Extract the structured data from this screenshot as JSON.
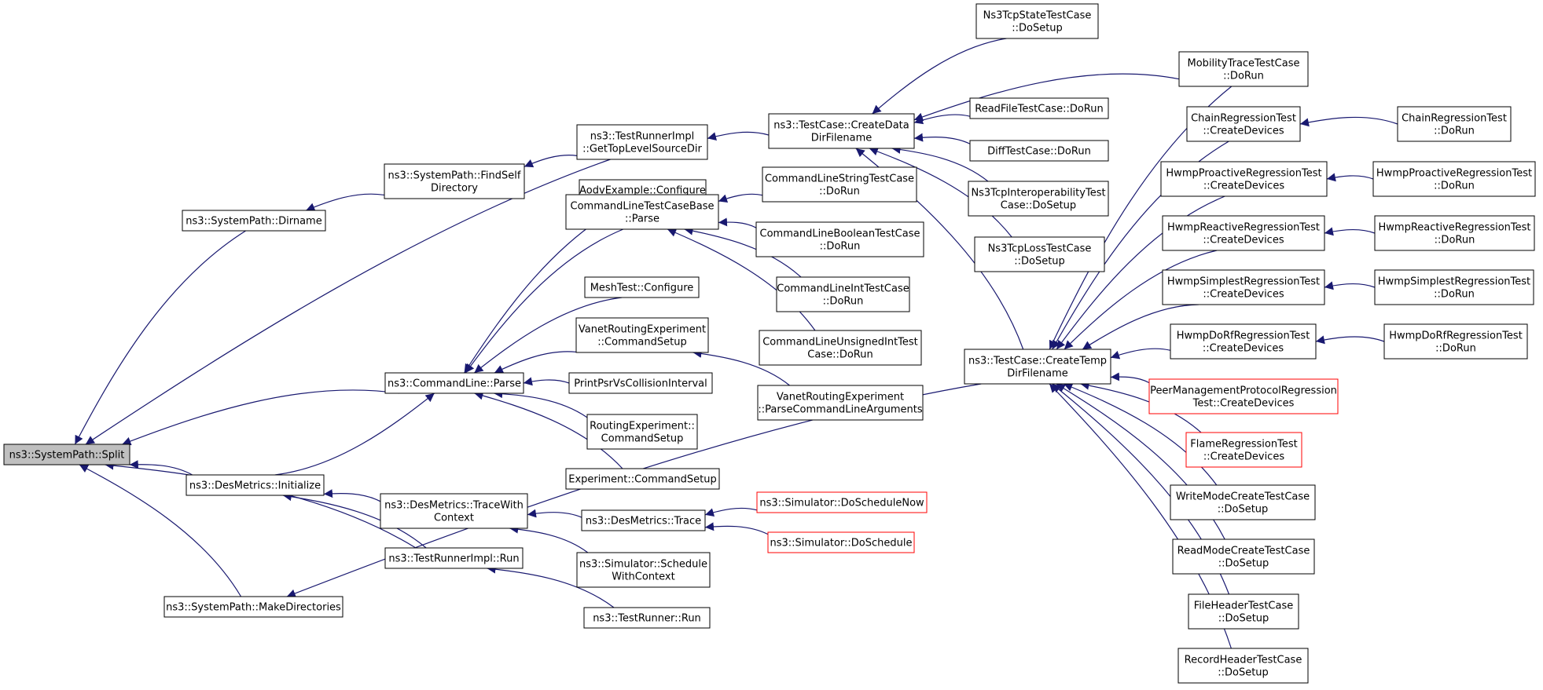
{
  "colors": {
    "edge": "#191970",
    "border_normal": "#000000",
    "border_truncated": "#ff0000",
    "fill_normal": "#ffffff",
    "fill_root": "#bfbfbf",
    "text": "#000000"
  },
  "nodes": [
    {
      "id": "split",
      "lines": [
        "ns3::SystemPath::Split"
      ],
      "style": "root"
    },
    {
      "id": "dirname",
      "lines": [
        "ns3::SystemPath::Dirname"
      ],
      "style": "normal"
    },
    {
      "id": "findself",
      "lines": [
        "ns3::SystemPath::FindSelf",
        "Directory"
      ],
      "style": "normal"
    },
    {
      "id": "gettoplevel",
      "lines": [
        "ns3::TestRunnerImpl",
        "::GetTopLevelSourceDir"
      ],
      "style": "normal"
    },
    {
      "id": "createdata",
      "lines": [
        "ns3::TestCase::CreateData",
        "DirFilename"
      ],
      "style": "normal"
    },
    {
      "id": "tcpstate",
      "lines": [
        "Ns3TcpStateTestCase",
        "::DoSetup"
      ],
      "style": "normal"
    },
    {
      "id": "readfile",
      "lines": [
        "ReadFileTestCase::DoRun"
      ],
      "style": "normal"
    },
    {
      "id": "difftest",
      "lines": [
        "DiffTestCase::DoRun"
      ],
      "style": "normal"
    },
    {
      "id": "tcpinterop",
      "lines": [
        "Ns3TcpInteroperabilityTest",
        "Case::DoSetup"
      ],
      "style": "normal"
    },
    {
      "id": "tcploss",
      "lines": [
        "Ns3TcpLossTestCase",
        "::DoSetup"
      ],
      "style": "normal"
    },
    {
      "id": "cmdparse",
      "lines": [
        "ns3::CommandLine::Parse"
      ],
      "style": "normal"
    },
    {
      "id": "aodv",
      "lines": [
        "AodvExample::Configure"
      ],
      "style": "normal"
    },
    {
      "id": "cltcbparse",
      "lines": [
        "CommandLineTestCaseBase",
        "::Parse"
      ],
      "style": "normal"
    },
    {
      "id": "clstring",
      "lines": [
        "CommandLineStringTestCase",
        "::DoRun"
      ],
      "style": "normal"
    },
    {
      "id": "clbool",
      "lines": [
        "CommandLineBooleanTestCase",
        "::DoRun"
      ],
      "style": "normal"
    },
    {
      "id": "clint",
      "lines": [
        "CommandLineIntTestCase",
        "::DoRun"
      ],
      "style": "normal"
    },
    {
      "id": "cluint",
      "lines": [
        "CommandLineUnsignedIntTest",
        "Case::DoRun"
      ],
      "style": "normal"
    },
    {
      "id": "meshtest",
      "lines": [
        "MeshTest::Configure"
      ],
      "style": "normal"
    },
    {
      "id": "vanetcmd",
      "lines": [
        "VanetRoutingExperiment",
        "::CommandSetup"
      ],
      "style": "normal"
    },
    {
      "id": "vanetparse",
      "lines": [
        "VanetRoutingExperiment",
        "::ParseCommandLineArguments"
      ],
      "style": "normal"
    },
    {
      "id": "printpsr",
      "lines": [
        "PrintPsrVsCollisionInterval"
      ],
      "style": "normal"
    },
    {
      "id": "routingexp",
      "lines": [
        "RoutingExperiment::",
        "CommandSetup"
      ],
      "style": "normal"
    },
    {
      "id": "expcmd",
      "lines": [
        "Experiment::CommandSetup"
      ],
      "style": "normal"
    },
    {
      "id": "desinit",
      "lines": [
        "ns3::DesMetrics::Initialize"
      ],
      "style": "normal"
    },
    {
      "id": "destracewith",
      "lines": [
        "ns3::DesMetrics::TraceWith",
        "Context"
      ],
      "style": "normal"
    },
    {
      "id": "destrace",
      "lines": [
        "ns3::DesMetrics::Trace"
      ],
      "style": "normal"
    },
    {
      "id": "doschednow",
      "lines": [
        "ns3::Simulator::DoScheduleNow"
      ],
      "style": "truncated"
    },
    {
      "id": "dosched",
      "lines": [
        "ns3::Simulator::DoSchedule"
      ],
      "style": "truncated"
    },
    {
      "id": "schedwith",
      "lines": [
        "ns3::Simulator::Schedule",
        "WithContext"
      ],
      "style": "normal"
    },
    {
      "id": "trimplrun",
      "lines": [
        "ns3::TestRunnerImpl::Run"
      ],
      "style": "normal"
    },
    {
      "id": "trrun",
      "lines": [
        "ns3::TestRunner::Run"
      ],
      "style": "normal"
    },
    {
      "id": "makedirs",
      "lines": [
        "ns3::SystemPath::MakeDirectories"
      ],
      "style": "normal"
    },
    {
      "id": "createtemp",
      "lines": [
        "ns3::TestCase::CreateTemp",
        "DirFilename"
      ],
      "style": "normal"
    },
    {
      "id": "mobility",
      "lines": [
        "MobilityTraceTestCase",
        "::DoRun"
      ],
      "style": "normal"
    },
    {
      "id": "chaincd",
      "lines": [
        "ChainRegressionTest",
        "::CreateDevices"
      ],
      "style": "normal"
    },
    {
      "id": "chainrun",
      "lines": [
        "ChainRegressionTest",
        "::DoRun"
      ],
      "style": "normal"
    },
    {
      "id": "hwproactcd",
      "lines": [
        "HwmpProactiveRegressionTest",
        "::CreateDevices"
      ],
      "style": "normal"
    },
    {
      "id": "hwproactrun",
      "lines": [
        "HwmpProactiveRegressionTest",
        "::DoRun"
      ],
      "style": "normal"
    },
    {
      "id": "hwreactcd",
      "lines": [
        "HwmpReactiveRegressionTest",
        "::CreateDevices"
      ],
      "style": "normal"
    },
    {
      "id": "hwreactrun",
      "lines": [
        "HwmpReactiveRegressionTest",
        "::DoRun"
      ],
      "style": "normal"
    },
    {
      "id": "hwsimpcd",
      "lines": [
        "HwmpSimplestRegressionTest",
        "::CreateDevices"
      ],
      "style": "normal"
    },
    {
      "id": "hwsimprun",
      "lines": [
        "HwmpSimplestRegressionTest",
        "::DoRun"
      ],
      "style": "normal"
    },
    {
      "id": "hwdorfcd",
      "lines": [
        "HwmpDoRfRegressionTest",
        "::CreateDevices"
      ],
      "style": "normal"
    },
    {
      "id": "hwdorfrun",
      "lines": [
        "HwmpDoRfRegressionTest",
        "::DoRun"
      ],
      "style": "normal"
    },
    {
      "id": "peermgmt",
      "lines": [
        "PeerManagementProtocolRegression",
        "Test::CreateDevices"
      ],
      "style": "truncated"
    },
    {
      "id": "flame",
      "lines": [
        "FlameRegressionTest",
        "::CreateDevices"
      ],
      "style": "truncated"
    },
    {
      "id": "writemode",
      "lines": [
        "WriteModeCreateTestCase",
        "::DoSetup"
      ],
      "style": "normal"
    },
    {
      "id": "readmode",
      "lines": [
        "ReadModeCreateTestCase",
        "::DoSetup"
      ],
      "style": "normal"
    },
    {
      "id": "fileheader",
      "lines": [
        "FileHeaderTestCase",
        "::DoSetup"
      ],
      "style": "normal"
    },
    {
      "id": "recordheader",
      "lines": [
        "RecordHeaderTestCase",
        "::DoSetup"
      ],
      "style": "normal"
    }
  ],
  "edges": [
    {
      "from": "dirname",
      "to": "split"
    },
    {
      "from": "findself",
      "to": "dirname"
    },
    {
      "from": "gettoplevel",
      "to": "findself"
    },
    {
      "from": "createdata",
      "to": "gettoplevel"
    },
    {
      "from": "tcpstate",
      "to": "createdata"
    },
    {
      "from": "mobility",
      "to": "createdata"
    },
    {
      "from": "readfile",
      "to": "createdata"
    },
    {
      "from": "difftest",
      "to": "createdata"
    },
    {
      "from": "tcpinterop",
      "to": "createdata"
    },
    {
      "from": "tcploss",
      "to": "createdata"
    },
    {
      "from": "createtemp",
      "to": "createdata"
    },
    {
      "from": "gettoplevel",
      "to": "split"
    },
    {
      "from": "cmdparse",
      "to": "split"
    },
    {
      "from": "aodv",
      "to": "cmdparse"
    },
    {
      "from": "cltcbparse",
      "to": "cmdparse"
    },
    {
      "from": "meshtest",
      "to": "cmdparse"
    },
    {
      "from": "vanetcmd",
      "to": "cmdparse"
    },
    {
      "from": "printpsr",
      "to": "cmdparse"
    },
    {
      "from": "routingexp",
      "to": "cmdparse"
    },
    {
      "from": "expcmd",
      "to": "cmdparse"
    },
    {
      "from": "desinit",
      "to": "cmdparse"
    },
    {
      "from": "clstring",
      "to": "cltcbparse"
    },
    {
      "from": "clbool",
      "to": "cltcbparse"
    },
    {
      "from": "clint",
      "to": "cltcbparse"
    },
    {
      "from": "cluint",
      "to": "cltcbparse"
    },
    {
      "from": "vanetparse",
      "to": "vanetcmd"
    },
    {
      "from": "desinit",
      "to": "split"
    },
    {
      "from": "destracewith",
      "to": "desinit"
    },
    {
      "from": "trimplrun",
      "to": "desinit"
    },
    {
      "from": "destrace",
      "to": "destracewith"
    },
    {
      "from": "schedwith",
      "to": "destracewith"
    },
    {
      "from": "doschednow",
      "to": "destrace"
    },
    {
      "from": "dosched",
      "to": "destrace"
    },
    {
      "from": "trimplrun",
      "to": "split"
    },
    {
      "from": "trrun",
      "to": "trimplrun"
    },
    {
      "from": "makedirs",
      "to": "split"
    },
    {
      "from": "createtemp",
      "to": "makedirs"
    },
    {
      "from": "mobility",
      "to": "createtemp"
    },
    {
      "from": "chaincd",
      "to": "createtemp"
    },
    {
      "from": "hwproactcd",
      "to": "createtemp"
    },
    {
      "from": "hwreactcd",
      "to": "createtemp"
    },
    {
      "from": "hwsimpcd",
      "to": "createtemp"
    },
    {
      "from": "hwdorfcd",
      "to": "createtemp"
    },
    {
      "from": "peermgmt",
      "to": "createtemp"
    },
    {
      "from": "flame",
      "to": "createtemp"
    },
    {
      "from": "writemode",
      "to": "createtemp"
    },
    {
      "from": "readmode",
      "to": "createtemp"
    },
    {
      "from": "fileheader",
      "to": "createtemp"
    },
    {
      "from": "recordheader",
      "to": "createtemp"
    },
    {
      "from": "chainrun",
      "to": "chaincd"
    },
    {
      "from": "hwproactrun",
      "to": "hwproactcd"
    },
    {
      "from": "hwreactrun",
      "to": "hwreactcd"
    },
    {
      "from": "hwsimprun",
      "to": "hwsimpcd"
    },
    {
      "from": "hwdorfrun",
      "to": "hwdorfcd"
    }
  ]
}
